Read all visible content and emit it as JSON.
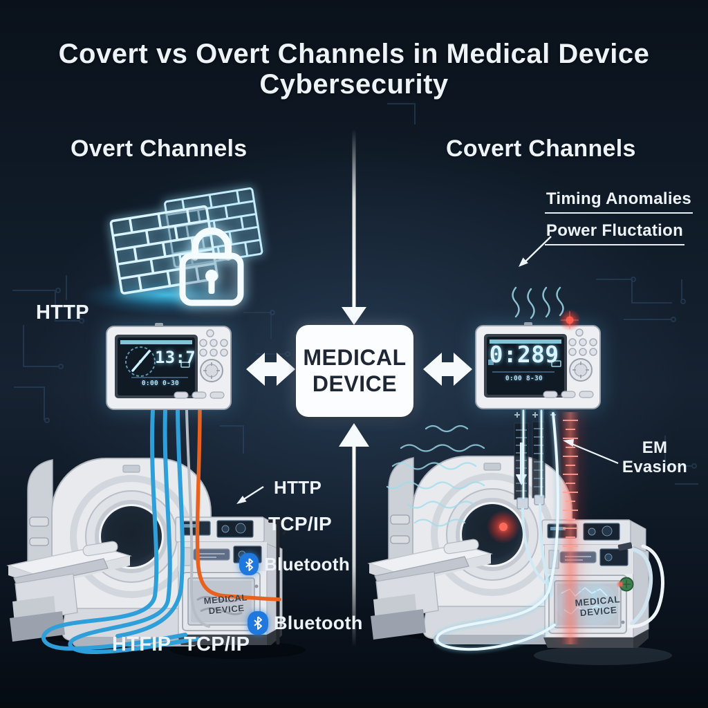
{
  "title": {
    "line1": "Covert vs Overt Channels in",
    "line2": "Medical Device Cybersecurity"
  },
  "center_device": {
    "line1": "MEDICAL",
    "line2": "DEVICE"
  },
  "overt": {
    "heading": "Overt Channels",
    "label_http_top": "HTTP",
    "label_http": "HTTP",
    "label_tcpip": "TCP/IP",
    "label_bluetooth_1": "Bluetooth",
    "label_bluetooth_2": "Bluetooth",
    "label_htfip_bottom": "HTFIP",
    "label_tcpip_bottom": "TCP/IP",
    "monitor_display": {
      "main": "13:7",
      "sub": "0:00 0-30"
    },
    "cart_label": {
      "line1": "MEDICAL",
      "line2": "DEVICE"
    }
  },
  "covert": {
    "heading": "Covert Channels",
    "label_timing": "Timing Anomalies",
    "label_power": "Power Fluctation",
    "label_em_line1": "EM",
    "label_em_line2": "Evasion",
    "monitor_display": {
      "main": "0:289",
      "sub": "0:00 8-30"
    },
    "cart_label": {
      "line1": "MEDICAL",
      "line2": "DEVICE"
    }
  },
  "icons": {
    "firewall": "firewall-brick-wall-icon",
    "padlock": "padlock-icon",
    "bluetooth": "bluetooth-icon",
    "red_alert": "red-alert-light-icon",
    "heat_wave": "heat-wave-icon",
    "em_wave": "em-wave-icon"
  },
  "palette": {
    "background": "#101b28",
    "accent_cyan": "#8fd9ee",
    "cable_blue": "#2f9fd9",
    "cable_orange": "#e8611f",
    "alert_red": "#ff4438",
    "bluetooth_blue": "#1e78dd",
    "device_body": "#e9ebee",
    "text": "#eef3f7",
    "center_box_text": "#1e2733"
  }
}
